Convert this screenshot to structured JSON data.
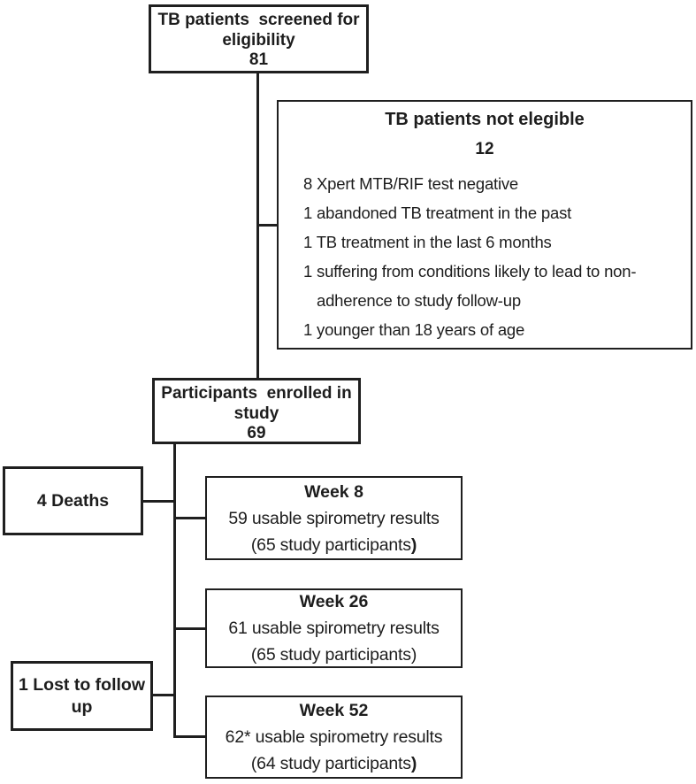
{
  "page": {
    "background_color": "#ffffff",
    "line_color": "#1f1f1f",
    "text_color": "#1d1d1d"
  },
  "boxes": {
    "screened": {
      "title_line1": "TB patients  screened for",
      "title_line2": "eligibility",
      "count": "81"
    },
    "not_eligible": {
      "title": "TB patients not elegible",
      "count": "12",
      "items": [
        "8 Xpert MTB/RIF test negative",
        "1 abandoned TB treatment in the past",
        "1 TB treatment in the last 6 months",
        "1 suffering from conditions likely to lead to non-",
        "adherence to study follow-up",
        "1 younger than 18 years of age"
      ]
    },
    "enrolled": {
      "title_line1": "Participants  enrolled in",
      "title_line2": "study",
      "count": "69"
    },
    "deaths": {
      "label": "4 Deaths"
    },
    "lost": {
      "label_line1": "1 Lost to follow",
      "label_line2": "up"
    },
    "week8": {
      "title": "Week 8",
      "line1": "59 usable spirometry results",
      "line2": "(65 study participants",
      "line2_close": ")"
    },
    "week26": {
      "title": "Week 26",
      "line1": "61 usable spirometry results",
      "line2": "(65 study participants",
      "line2_close": ")"
    },
    "week52": {
      "title": "Week 52",
      "line1": "62* usable spirometry results",
      "line2": "(64 study participants",
      "line2_close": ")"
    }
  }
}
